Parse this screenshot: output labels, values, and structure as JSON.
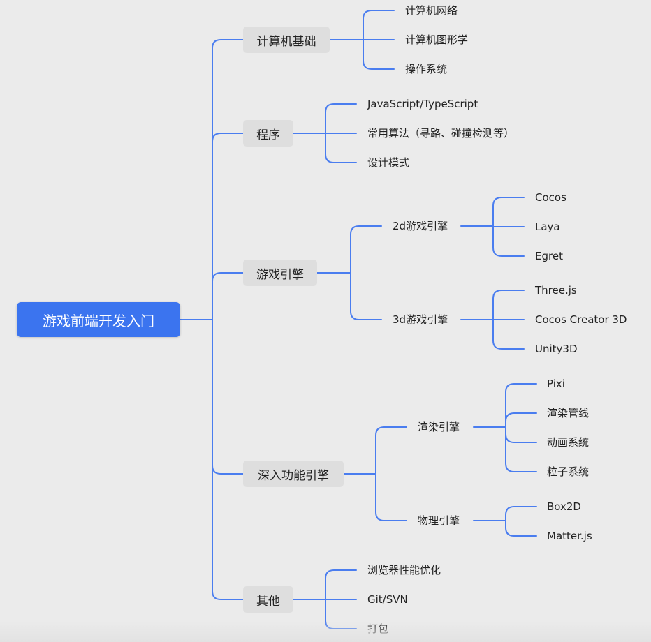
{
  "colors": {
    "line": "#4a7def",
    "root_bg": "#3b74ef",
    "branch_bg": "#dedede",
    "canvas_bg": "#ebebeb"
  },
  "root": {
    "label": "游戏前端开发入门"
  },
  "branches": [
    {
      "label": "计算机基础",
      "leaves": [
        "计算机网络",
        "计算机图形学",
        "操作系统"
      ]
    },
    {
      "label": "程序",
      "leaves": [
        "JavaScript/TypeScript",
        "常用算法（寻路、碰撞检测等）",
        "设计模式"
      ]
    },
    {
      "label": "游戏引擎",
      "subs": [
        {
          "label": "2d游戏引擎",
          "leaves": [
            "Cocos",
            "Laya",
            "Egret"
          ]
        },
        {
          "label": "3d游戏引擎",
          "leaves": [
            "Three.js",
            "Cocos Creator 3D",
            "Unity3D"
          ]
        }
      ]
    },
    {
      "label": "深入功能引擎",
      "subs": [
        {
          "label": "渲染引擎",
          "leaves": [
            "Pixi",
            "渲染管线",
            "动画系统",
            "粒子系统"
          ]
        },
        {
          "label": "物理引擎",
          "leaves": [
            "Box2D",
            "Matter.js"
          ]
        }
      ]
    },
    {
      "label": "其他",
      "leaves": [
        "浏览器性能优化",
        "Git/SVN",
        "打包"
      ]
    }
  ]
}
